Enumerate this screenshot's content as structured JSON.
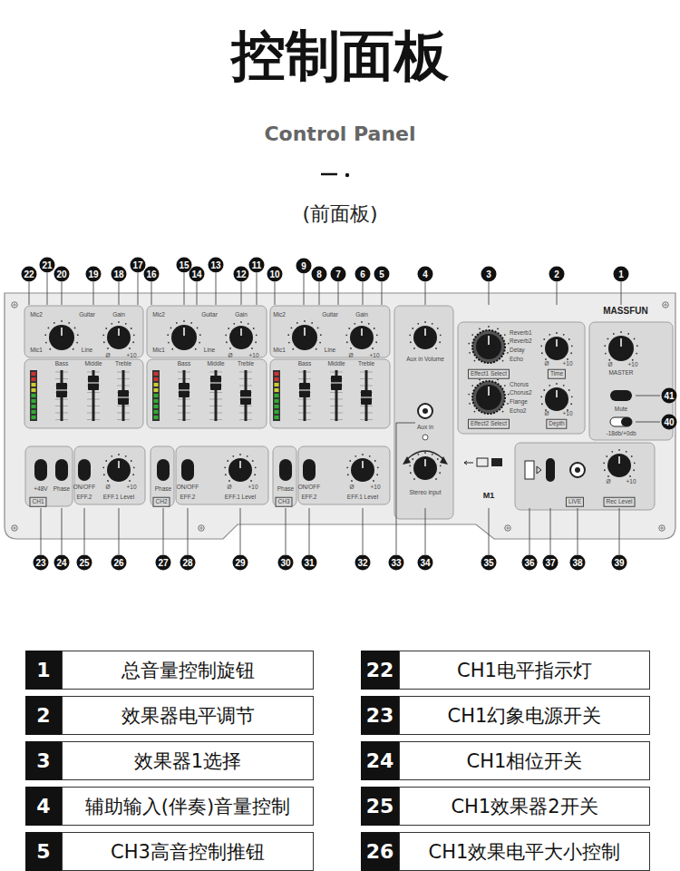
{
  "diagram": {
    "title": "控制面板",
    "nodes": [
      {
        "text": [
          "1"
        ]
      },
      {
        "text": [
          "总音量控制旋钮"
        ]
      },
      {
        "text": [
          "22"
        ]
      },
      {
        "text": [
          "CH1电平指示灯"
        ]
      },
      {
        "text": [
          "2"
        ]
      },
      {
        "text": [
          "效果器电平调节"
        ]
      },
      {
        "text": [
          "23"
        ]
      },
      {
        "text": [
          "CH1幻象电源开关"
        ]
      },
      {
        "text": [
          "3"
        ]
      },
      {
        "text": [
          "效果器1选择"
        ]
      },
      {
        "text": [
          "24"
        ]
      },
      {
        "text": [
          "CH1相位开关"
        ]
      },
      {
        "text": [
          "4"
        ]
      },
      {
        "text": [
          "辅助输入(伴奏)音量控制"
        ]
      },
      {
        "text": [
          "25"
        ]
      },
      {
        "text": [
          "CH1效果器2开关"
        ]
      },
      {
        "text": [
          "5"
        ]
      },
      {
        "text": [
          "CH3高音控制推钮"
        ]
      },
      {
        "text": [
          "26"
        ]
      },
      {
        "text": [
          "CH1效果电平大小控制"
        ]
      }
    ],
    "labels": [
      "1",
      "2",
      "3",
      "4",
      "5",
      "6",
      "7",
      "8",
      "9",
      "10",
      "11",
      "12",
      "13",
      "14",
      "15",
      "16",
      "17",
      "18",
      "19",
      "20",
      "21",
      "22",
      "23",
      "24",
      "25",
      "26",
      "27",
      "28",
      "29",
      "30",
      "31",
      "32",
      "33",
      "34",
      "35",
      "36",
      "37",
      "38",
      "39",
      "40",
      "41",
      "Mic2",
      "Mic1",
      "Guitar",
      "Line",
      "Gain",
      "Ø",
      "+10",
      "Bass",
      "Middle",
      "Treble",
      "Mic2",
      "Mic1",
      "Guitar",
      "Line",
      "Gain",
      "Ø",
      "+10",
      "Bass",
      "Middle",
      "Treble",
      "Mic2",
      "Mic1",
      "Guitar",
      "Line",
      "Gain",
      "Ø",
      "+10",
      "Bass",
      "Middle",
      "Treble",
      "Control Panel",
      "(前面板)",
      "+48V",
      "Phase",
      "ON/OFF",
      "EFF.2",
      "Ø",
      "+10",
      "EFF.1 Level",
      "CH1",
      "Phase",
      "ON/OFF",
      "EFF.2",
      "Ø",
      "+10",
      "EFF.1 Level",
      "CH2",
      "Phase",
      "ON/OFF",
      "EFF.2",
      "Ø",
      "+10",
      "EFF.1 Level",
      "CH3",
      "Aux in Volume",
      "Aux in",
      "Stereo input",
      "M1",
      "Reverb1",
      "Reverb2",
      "Delay",
      "Echo",
      "Effect1 Select",
      "Time",
      "Ø",
      "+10",
      "Chorus",
      "Chorus2",
      "Flange",
      "Echo2",
      "Effect2 Select",
      "Depth",
      "Ø",
      "+10",
      "MASSFUN",
      "Ø",
      "+10",
      "MASTER",
      "Mute",
      "-18db/+0db",
      "LIVE",
      "Rec Level",
      "Ø",
      "+10"
    ]
  }
}
